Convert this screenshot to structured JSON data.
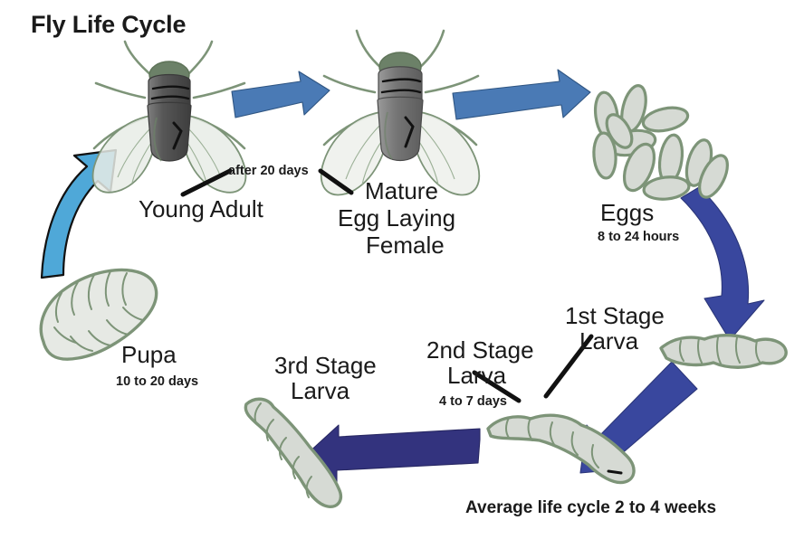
{
  "diagram": {
    "title": "Fly Life Cycle",
    "caption": "Average life cycle 2 to 4 weeks",
    "colors": {
      "arrow_light_blue": "#4fa8d8",
      "arrow_steel_blue": "#4a7ab5",
      "arrow_navy_blue": "#39479e",
      "arrow_dark_indigo": "#33337e",
      "organism_outline": "#7d9478",
      "organism_fill": "#d6dad4",
      "fly_body_dark": "#4a4a4a",
      "fly_body_gray": "#6e6e6e",
      "text": "#1a1a1a"
    },
    "stages": [
      {
        "id": "young-adult",
        "name": "Young Adult",
        "duration": "",
        "name_lines": [
          "Young Adult"
        ]
      },
      {
        "id": "mature-female",
        "name": "Mature Egg Laying Female",
        "duration": "",
        "name_lines": [
          "Mature",
          "Egg Laying",
          "Female"
        ]
      },
      {
        "id": "eggs",
        "name": "Eggs",
        "duration": "8 to 24 hours",
        "name_lines": [
          "Eggs"
        ]
      },
      {
        "id": "first-stage-larva",
        "name": "1st Stage Larva",
        "duration": "",
        "name_lines": [
          "1st Stage",
          "Larva"
        ]
      },
      {
        "id": "second-stage-larva",
        "name": "2nd Stage Larva",
        "duration": "4 to 7 days",
        "name_lines": [
          "2nd Stage",
          "Larva"
        ]
      },
      {
        "id": "third-stage-larva",
        "name": "3rd Stage Larva",
        "duration": "",
        "name_lines": [
          "3rd Stage",
          "Larva"
        ]
      },
      {
        "id": "pupa",
        "name": "Pupa",
        "duration": "10 to 20 days",
        "name_lines": [
          "Pupa"
        ]
      }
    ],
    "transitions": [
      {
        "id": "pupa-to-young-adult",
        "label": "",
        "color": "#4fa8d8"
      },
      {
        "id": "young-adult-to-mature",
        "label": "after 20 days",
        "color": "#4a7ab5"
      },
      {
        "id": "mature-to-eggs",
        "label": "",
        "color": "#4a7ab5"
      },
      {
        "id": "eggs-to-first-larva",
        "label": "",
        "color": "#39479e"
      },
      {
        "id": "first-to-second-larva",
        "label": "",
        "color": "#39479e"
      },
      {
        "id": "second-to-third-larva",
        "label": "",
        "color": "#33337e"
      }
    ],
    "labels": {
      "after_20_days": "after 20 days",
      "four_to_seven_days": "4 to 7 days",
      "eight_to_24_hours": "8 to 24 hours",
      "ten_to_20_days": "10 to 20 days"
    }
  }
}
